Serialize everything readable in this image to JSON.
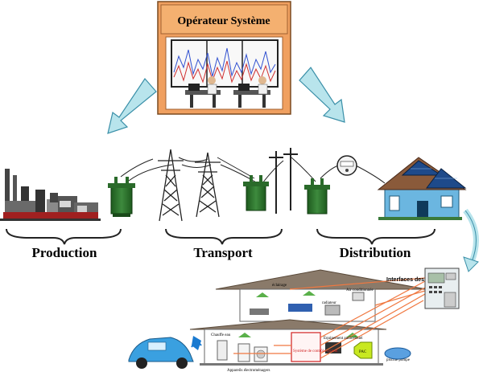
{
  "operator": {
    "title": "Opérateur Système"
  },
  "stages": {
    "production": "Production",
    "transport": "Transport",
    "distribution": "Distribution"
  },
  "house_labels": {
    "eclairage": "éclairage",
    "air_conditioning": "Air conditionnée",
    "radiateur": "radiateur",
    "chauffe_eau": "Chauffe eau",
    "equipement": "Equipement audiovisuel",
    "systeme": "Système de contrôle central",
    "pac": "PAC",
    "piscine": "piscine pompe",
    "appareils": "Appareils électroménagers",
    "interface": "Interfaces des"
  },
  "colors": {
    "operator_box": "#f0a060",
    "arrow": "#b8e4ec",
    "transformer": "#2f6b2f",
    "roof": "#8a7a6a",
    "link": "#f07840"
  }
}
